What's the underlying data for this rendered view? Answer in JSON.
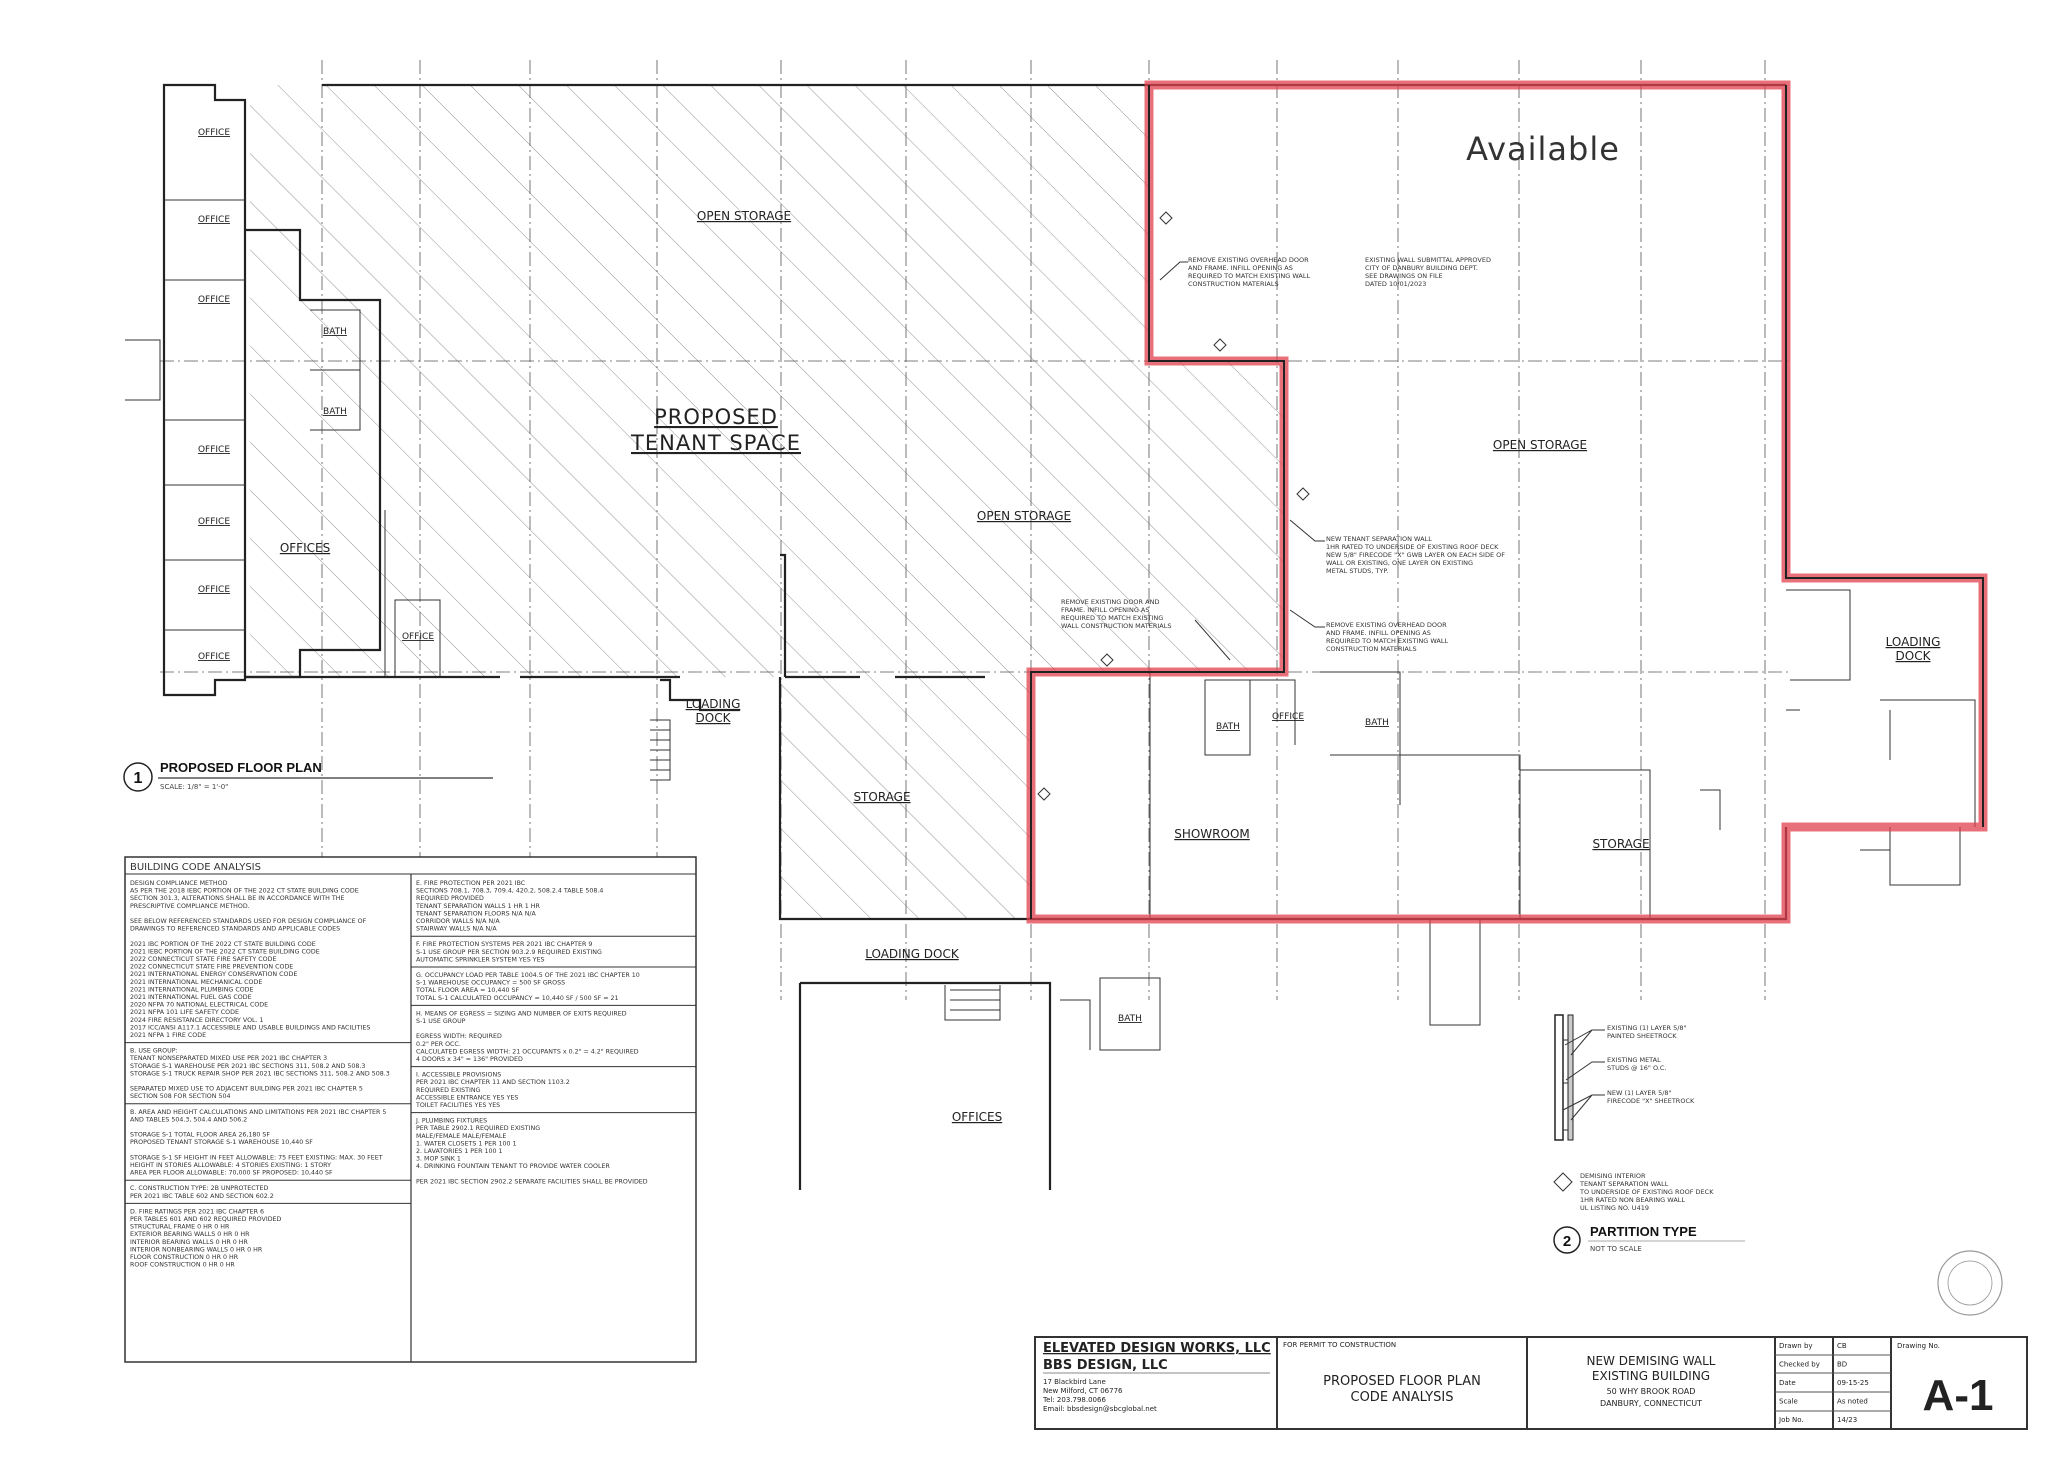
{
  "drawing": {
    "available_label": "Available",
    "rooms": {
      "open_storage_1": "OPEN STORAGE",
      "tenant_space_line1": "PROPOSED",
      "tenant_space_line2": "TENANT SPACE",
      "open_storage_2": "OPEN STORAGE",
      "open_storage_3": "OPEN STORAGE",
      "offices_left": "OFFICES",
      "office": "OFFICE",
      "bath": "BATH",
      "loading_dock_line1": "LOADING",
      "loading_dock_line2": "DOCK",
      "storage_left": "STORAGE",
      "showroom": "SHOWROOM",
      "storage_right": "STORAGE",
      "loading_dock_bottom": "LOADING DOCK",
      "offices_bottom": "OFFICES"
    },
    "notes": {
      "remove_door_top": [
        "REMOVE EXISTING OVERHEAD DOOR",
        "AND FRAME. INFILL OPENING AS",
        "REQUIRED TO MATCH EXISTING WALL",
        "CONSTRUCTION MATERIALS"
      ],
      "tenant_wall": [
        "NEW TENANT SEPARATION WALL",
        "1HR RATED TO UNDERSIDE OF EXISTING ROOF DECK",
        "NEW 5/8\" FIRECODE \"X\" GWB LAYER ON EACH SIDE OF",
        "WALL OR EXISTING, ONE LAYER ON EXISTING",
        "METAL STUDS, TYP."
      ],
      "remove_door_mid": [
        "REMOVE EXISTING OVERHEAD DOOR",
        "AND FRAME. INFILL OPENING AS",
        "REQUIRED TO MATCH EXISTING WALL",
        "CONSTRUCTION MATERIALS"
      ],
      "remove_door_left": [
        "REMOVE EXISTING DOOR AND",
        "FRAME. INFILL OPENING AS",
        "REQUIRED TO MATCH EXISTING",
        "WALL CONSTRUCTION MATERIALS"
      ],
      "stamp_note": [
        "EXISTING WALL SUBMITTAL APPROVED",
        "CITY OF DANBURY BUILDING DEPT.",
        "SEE DRAWINGS ON FILE",
        "DATED 10/01/2023"
      ]
    },
    "view1_number": "1",
    "view1_title": "PROPOSED FLOOR PLAN",
    "view1_scale": "SCALE: 1/8\" = 1'-0\""
  },
  "partition": {
    "callouts": [
      [
        "EXISTING (1) LAYER 5/8\"",
        "PAINTED SHEETROCK"
      ],
      [
        "EXISTING METAL",
        "STUDS @ 16\" O.C."
      ],
      [
        "NEW (1) LAYER 5/8\"",
        "FIRECODE \"X\" SHEETROCK"
      ]
    ],
    "legend": [
      "DEMISING INTERIOR",
      "TENANT SEPARATION WALL",
      "TO UNDERSIDE OF EXISTING ROOF DECK",
      "1HR RATED NON BEARING WALL",
      "UL LISTING NO. U419"
    ],
    "number": "2",
    "title": "PARTITION TYPE",
    "scale": "NOT TO SCALE"
  },
  "code_analysis": {
    "title": "BUILDING CODE ANALYSIS",
    "left": [
      [
        "DESIGN COMPLIANCE METHOD",
        "AS PER THE 2018 IEBC PORTION OF THE 2022 CT STATE BUILDING CODE",
        "SECTION 301.3, ALTERATIONS SHALL BE IN ACCORDANCE WITH THE",
        "PRESCRIPTIVE COMPLIANCE METHOD.",
        "",
        "SEE BELOW REFERENCED STANDARDS USED FOR DESIGN COMPLIANCE OF",
        "DRAWINGS TO REFERENCED STANDARDS AND APPLICABLE CODES",
        "",
        "      2021 IBC PORTION OF THE 2022 CT STATE BUILDING CODE",
        "      2021 IEBC PORTION OF THE 2022 CT STATE BUILDING CODE",
        "      2022 CONNECTICUT STATE FIRE SAFETY CODE",
        "      2022 CONNECTICUT STATE FIRE PREVENTION CODE",
        "      2021 INTERNATIONAL ENERGY CONSERVATION CODE",
        "      2021 INTERNATIONAL MECHANICAL CODE",
        "      2021 INTERNATIONAL PLUMBING CODE",
        "      2021 INTERNATIONAL FUEL GAS CODE",
        "      2020 NFPA 70 NATIONAL ELECTRICAL CODE",
        "      2021 NFPA 101 LIFE SAFETY CODE",
        "      2024 FIRE RESISTANCE DIRECTORY VOL. 1",
        "      2017 ICC/ANSI A117.1 ACCESSIBLE AND USABLE BUILDINGS AND FACILITIES",
        "      2021 NFPA 1 FIRE CODE"
      ],
      [
        "B. USE GROUP:",
        "    TENANT NONSEPARATED MIXED USE PER 2021 IBC CHAPTER 3",
        "    STORAGE S-1 WAREHOUSE PER 2021 IBC SECTIONS 311, 508.2 AND 508.3",
        "    STORAGE S-1 TRUCK REPAIR SHOP PER 2021 IBC SECTIONS 311, 508.2 AND 508.3",
        "",
        "    SEPARATED MIXED USE TO ADJACENT BUILDING PER 2021 IBC CHAPTER 5",
        "    SECTION 508 FOR SECTION 504"
      ],
      [
        "B. AREA AND HEIGHT CALCULATIONS AND LIMITATIONS PER 2021 IBC CHAPTER 5",
        "   AND TABLES 504.3, 504.4 AND 506.2",
        "",
        "    STORAGE S-1 TOTAL FLOOR AREA 26,180 SF",
        "    PROPOSED TENANT STORAGE S-1 WAREHOUSE 10,440 SF",
        "",
        "    STORAGE S-1 SF     HEIGHT IN FEET       ALLOWABLE: 75 FEET     EXISTING: MAX. 30 FEET",
        "                       HEIGHT IN STORIES    ALLOWABLE: 4 STORIES   EXISTING: 1 STORY",
        "                       AREA PER FLOOR       ALLOWABLE: 70,000 SF   PROPOSED: 10,440 SF"
      ],
      [
        "C. CONSTRUCTION TYPE:    2B UNPROTECTED",
        "                         PER 2021 IBC TABLE 602 AND SECTION 602.2"
      ],
      [
        "D. FIRE RATINGS PER 2021 IBC CHAPTER 6",
        "    PER TABLES 601 AND 602                        REQUIRED     PROVIDED",
        "              STRUCTURAL FRAME                    0 HR         0 HR",
        "              EXTERIOR BEARING WALLS              0 HR         0 HR",
        "              INTERIOR BEARING WALLS              0 HR         0 HR",
        "              INTERIOR NONBEARING WALLS           0 HR         0 HR",
        "              FLOOR CONSTRUCTION                  0 HR         0 HR",
        "              ROOF CONSTRUCTION                   0 HR         0 HR"
      ]
    ],
    "right": [
      [
        "E. FIRE PROTECTION PER 2021 IBC",
        "          SECTIONS 708.1, 708.3, 709.4, 420.2, 508.2.4 TABLE 508.4",
        "                                              REQUIRED     PROVIDED",
        "          TENANT SEPARATION WALLS             1 HR         1 HR",
        "          TENANT SEPARATION FLOORS            N/A          N/A",
        "          CORRIDOR WALLS                      N/A          N/A",
        "          STAIRWAY WALLS                      N/A          N/A"
      ],
      [
        "F. FIRE PROTECTION SYSTEMS PER 2021 IBC CHAPTER 9",
        "     S-1 USE GROUP PER SECTION 903.2.9            REQUIRED     EXISTING",
        "     AUTOMATIC SPRINKLER SYSTEM                  YES          YES"
      ],
      [
        "G. OCCUPANCY LOAD PER TABLE 1004.5 OF THE 2021 IBC CHAPTER 10",
        "     S-1 WAREHOUSE OCCUPANCY = 500 SF GROSS",
        "     TOTAL FLOOR AREA = 10,440 SF",
        "     TOTAL S-1 CALCULATED OCCUPANCY = 10,440 SF / 500 SF = 21"
      ],
      [
        "H. MEANS OF EGRESS = SIZING AND NUMBER OF EXITS REQUIRED",
        "     S-1 USE GROUP",
        "",
        "     EGRESS WIDTH:             REQUIRED",
        "                               0.2\" PER OCC.",
        "     CALCULATED EGRESS WIDTH:  21 OCCUPANTS x 0.2\" = 4.2\" REQUIRED",
        "                               4 DOORS x 34\" = 136\" PROVIDED"
      ],
      [
        "I. ACCESSIBLE PROVISIONS",
        "     PER 2021 IBC CHAPTER 11 AND SECTION 1103.2",
        "                                      REQUIRED     EXISTING",
        "          ACCESSIBLE ENTRANCE         YES          YES",
        "          TOILET FACILITIES           YES          YES"
      ],
      [
        "J. PLUMBING FIXTURES",
        "     PER TABLE 2902.1                  REQUIRED       EXISTING",
        "                                       MALE/FEMALE    MALE/FEMALE",
        "     1. WATER CLOSETS                  1 PER 100      1",
        "     2. LAVATORIES                     1 PER 100      1",
        "     3. MOP SINK                       1",
        "     4. DRINKING FOUNTAIN              TENANT TO PROVIDE WATER COOLER",
        "",
        "     PER 2021 IBC SECTION 2902.2 SEPARATE FACILITIES SHALL BE PROVIDED"
      ]
    ]
  },
  "title_block": {
    "firm1": "ELEVATED DESIGN WORKS, LLC",
    "firm2": "BBS DESIGN, LLC",
    "address": [
      "17 Blackbird Lane",
      "New Milford, CT 06776",
      "Tel: 203.798.0066",
      "Email: bbsdesign@sbcglobal.net"
    ],
    "status": "FOR PERMIT TO CONSTRUCTION",
    "sheet_title_1": "PROPOSED FLOOR PLAN",
    "sheet_title_2": "CODE ANALYSIS",
    "project_1": "NEW DEMISING WALL",
    "project_2": "EXISTING BUILDING",
    "project_3": "50 WHY BROOK ROAD",
    "project_4": "DANBURY, CONNECTICUT",
    "fields": [
      {
        "label": "Drawn by",
        "value": "CB"
      },
      {
        "label": "Checked by",
        "value": "BD"
      },
      {
        "label": "Date",
        "value": "09-15-25"
      },
      {
        "label": "Scale",
        "value": "As noted"
      },
      {
        "label": "Job No.",
        "value": "14/23"
      }
    ],
    "drawing_no_label": "Drawing No.",
    "drawing_no": "A-1"
  },
  "colors": {
    "highlight": "#e0404f",
    "ink": "#222222"
  }
}
